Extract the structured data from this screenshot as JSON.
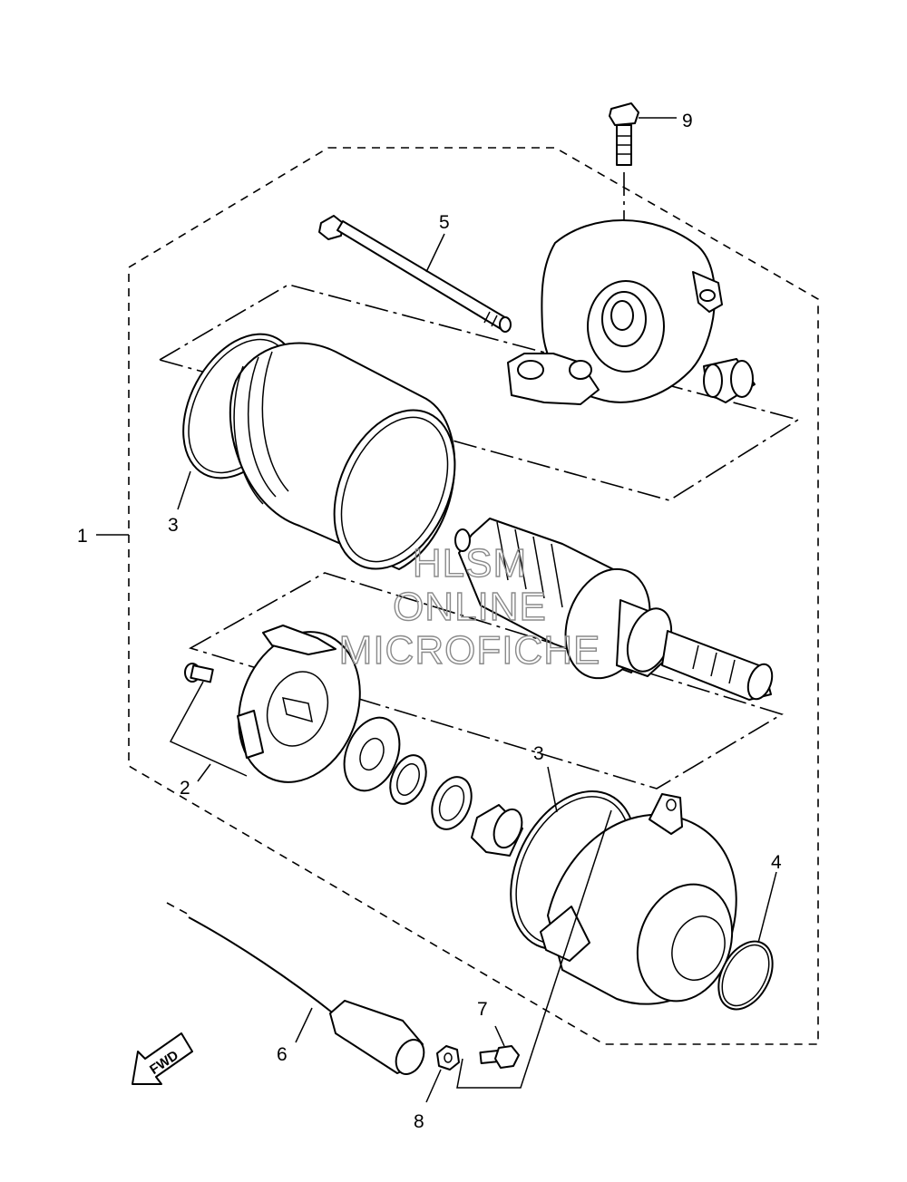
{
  "callouts": {
    "c1": "1",
    "c2": "2",
    "c3a": "3",
    "c3b": "3",
    "c4": "4",
    "c5": "5",
    "c6": "6",
    "c7": "7",
    "c8": "8",
    "c9": "9"
  },
  "watermark": {
    "line1": "HLSM",
    "line2": "ONLINE",
    "line3": "MICROFICHE"
  },
  "fwd_label": "FWD"
}
